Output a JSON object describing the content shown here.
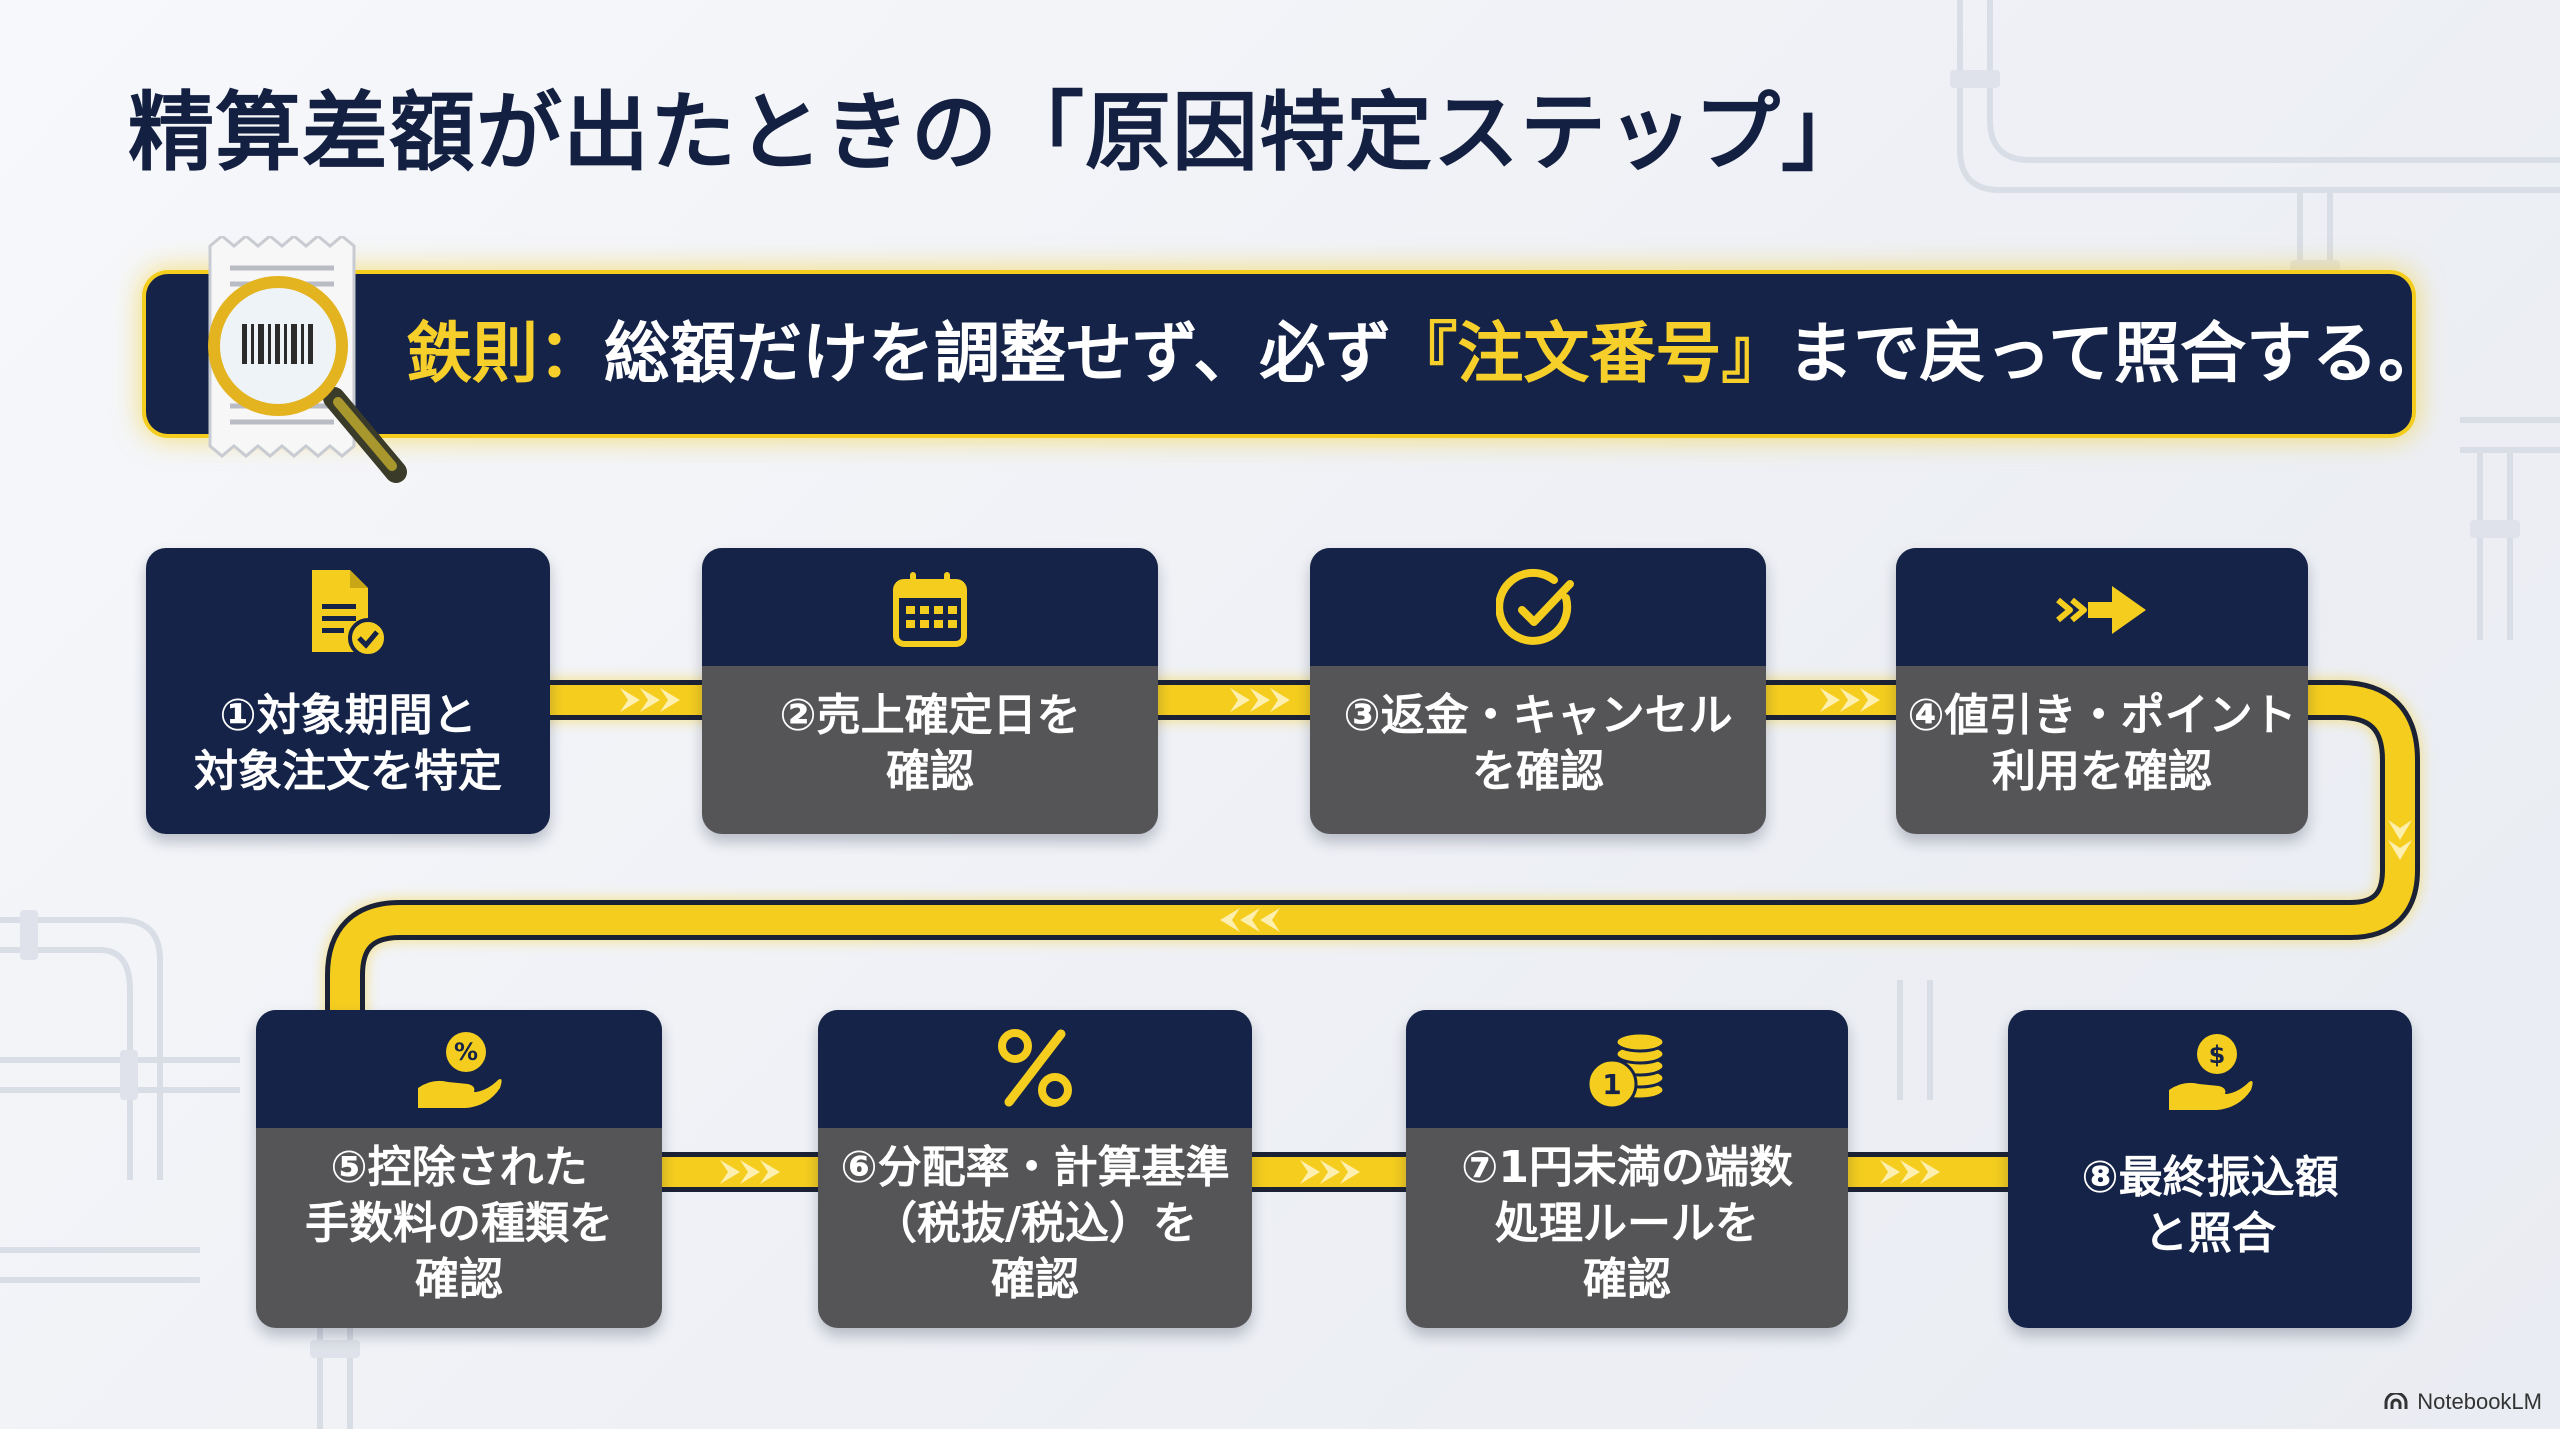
{
  "page": {
    "title": "精算差額が出たときの「原因特定ステップ」"
  },
  "rule": {
    "lead": "鉄則：",
    "text_before": "総額だけを調整せず、必ず",
    "highlight": "『注文番号』",
    "text_after": "まで戻って照合する。"
  },
  "steps": [
    {
      "label_lines": [
        "①対象期間と",
        "対象注文を特定"
      ],
      "icon": "document-check-icon"
    },
    {
      "label_lines": [
        "②売上確定日を",
        "確認"
      ],
      "icon": "calendar-icon"
    },
    {
      "label_lines": [
        "③返金・キャンセル",
        "を確認"
      ],
      "icon": "check-circle-icon"
    },
    {
      "label_lines": [
        "④値引き・ポイント",
        "利用を確認"
      ],
      "icon": "arrow-right-icon"
    },
    {
      "label_lines": [
        "⑤控除された",
        "手数料の種類を",
        "確認"
      ],
      "icon": "hand-percent-icon"
    },
    {
      "label_lines": [
        "⑥分配率・計算基準",
        "（税抜/税込）を",
        "確認"
      ],
      "icon": "percent-icon"
    },
    {
      "label_lines": [
        "⑦1円未満の端数",
        "処理ルールを",
        "確認"
      ],
      "icon": "coins-icon"
    },
    {
      "label_lines": [
        "⑧最終振込額",
        "と照合"
      ],
      "icon": "hand-dollar-icon"
    }
  ],
  "brand": {
    "name": "NotebookLM"
  },
  "colors": {
    "navy": "#142347",
    "gray": "#555557",
    "accent_yellow": "#f4cd1f",
    "title": "#142041"
  }
}
